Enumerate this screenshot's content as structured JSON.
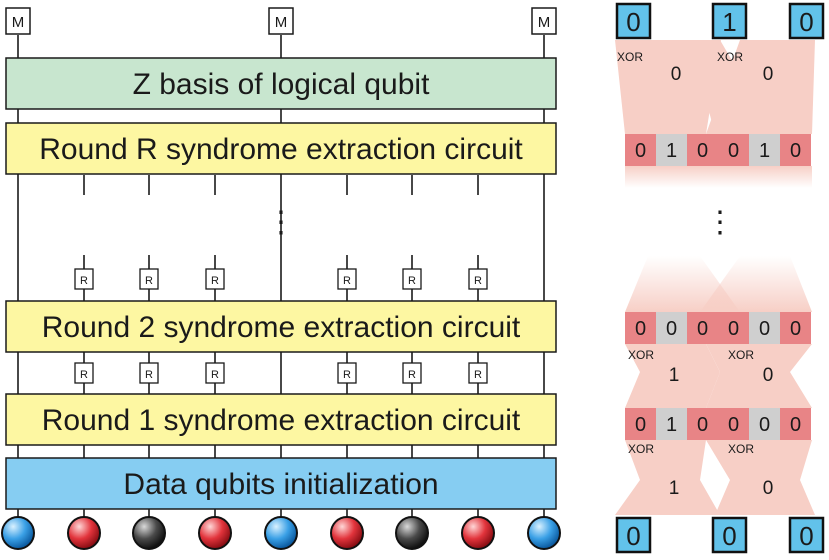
{
  "left_circuit": {
    "blocks": {
      "z_basis": "Z basis of logical qubit",
      "round_r": "Round R syndrome extraction circuit",
      "round_2": "Round 2 syndrome extraction circuit",
      "round_1": "Round 1 syndrome extraction circuit",
      "init": "Data qubits initialization"
    },
    "measure_label": "M",
    "reset_label": "R",
    "ellipsis": "⋮",
    "qubits": [
      "blue",
      "red",
      "black",
      "red",
      "blue",
      "red",
      "black",
      "red",
      "blue"
    ]
  },
  "right_panel": {
    "top_cells": [
      "0",
      "1",
      "0"
    ],
    "bottom_cells": [
      "0",
      "0",
      "0"
    ],
    "round_r_row": [
      "0",
      "1",
      "0",
      "0",
      "1",
      "0"
    ],
    "round_2_row": [
      "0",
      "0",
      "0",
      "0",
      "0",
      "0"
    ],
    "round_1_row": [
      "0",
      "1",
      "0",
      "0",
      "0",
      "0"
    ],
    "xor_label": "XOR",
    "top_parities": [
      "0",
      "0"
    ],
    "middle_parities": [
      "1",
      "0"
    ],
    "bottom_parities": [
      "1",
      "0"
    ],
    "ellipsis": "⋮"
  },
  "colors": {
    "z_basis_fill": "#c8e6cf",
    "round_fill": "#fdf7a2",
    "init_fill": "#86cdf2",
    "cell_blue": "#62c2ea",
    "cell_red": "#e88486",
    "cell_gray": "#cfcfcf",
    "band_pink": "#f7cfc6",
    "qubit_blue": "#2d8fd5",
    "qubit_red": "#d8202b",
    "qubit_black": "#3b3b3b"
  }
}
